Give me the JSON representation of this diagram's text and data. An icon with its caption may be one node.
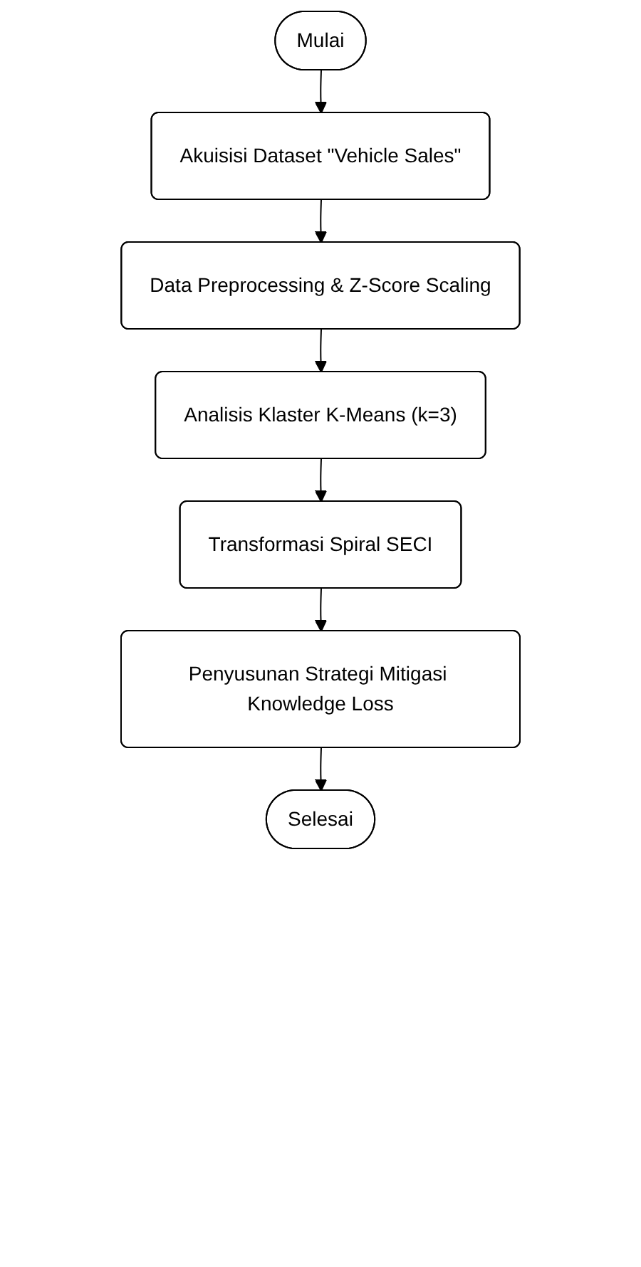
{
  "diagram": {
    "nodes": [
      {
        "text": [
          "Mulai"
        ]
      },
      {
        "text": [
          "Akuisisi Dataset \"Vehicle Sales\""
        ]
      },
      {
        "text": [
          "Data Preprocessing & Z-Score Scaling"
        ]
      },
      {
        "text": [
          "Analisis Klaster K-Means (k=3)"
        ]
      },
      {
        "text": [
          "Transformasi Spiral SECI"
        ]
      },
      {
        "text": [
          "Penyusunan Strategi Mitigasi Knowledge Loss"
        ]
      },
      {
        "text": [
          "Selesai"
        ]
      }
    ],
    "edges": [
      {
        "from": 0,
        "to": 1,
        "arrow": "to"
      },
      {
        "from": 1,
        "to": 2,
        "arrow": "to"
      },
      {
        "from": 2,
        "to": 3,
        "arrow": "to"
      },
      {
        "from": 3,
        "to": 4,
        "arrow": "to"
      },
      {
        "from": 4,
        "to": 5,
        "arrow": "to"
      },
      {
        "from": 5,
        "to": 6,
        "arrow": "to"
      }
    ]
  }
}
